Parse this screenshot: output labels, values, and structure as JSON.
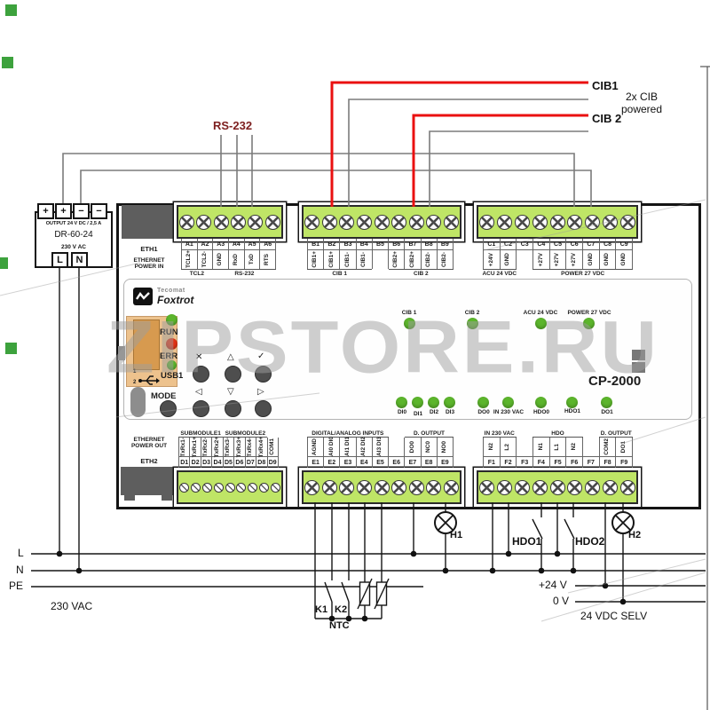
{
  "watermark": "ZIPSTORE.RU",
  "psu": {
    "plus1": "+",
    "plus2": "+",
    "minus1": "−",
    "minus2": "−",
    "output": "OUTPUT  24 V DC / 2,5 A",
    "model": "DR-60-24",
    "input": "230 V AC",
    "l": "L",
    "n": "N"
  },
  "wiring": {
    "rs232": "RS-232",
    "cib1": "CIB1",
    "cib2": "CIB 2",
    "cib_note": "2x CIB\npowered",
    "l": "L",
    "n": "N",
    "pe": "PE",
    "mains": "230 VAC",
    "k1": "K1",
    "k2": "K2",
    "ntc": "NTC",
    "h1": "H1",
    "h2": "H2",
    "hdo1": "HDO1",
    "hdo2": "HDO2",
    "p24": "+24 V",
    "zero_v": "0 V",
    "selv": "24 VDC SELV"
  },
  "unit": {
    "brand": "Tecomat",
    "brand2": "Foxtrot",
    "model": "CP-2000",
    "eth1": "ETH1",
    "eth_in": "ETHERNET\nPOWER IN",
    "eth2": "ETH2",
    "eth_out": "ETHERNET\nPOWER OUT",
    "run": "RUN",
    "err": "ERR",
    "usb": "USB1",
    "mode": "MODE",
    "pin1": "1",
    "pin2": "2",
    "keys_top": [
      "✕",
      "△",
      "✓"
    ],
    "keys_bottom": [
      "◁",
      "▽",
      "▷"
    ],
    "top_leds": [
      "CIB 1",
      "CIB 2",
      "ACU 24 VDC",
      "POWER 27 VDC"
    ],
    "bottom_leds": [
      "DI0",
      "DI1",
      "DI2",
      "DI3",
      "DO0",
      "IN 230 VAC",
      "HDO0",
      "HDO1",
      "DO1"
    ]
  },
  "blocks": {
    "A": {
      "numbers": [
        "A1",
        "A2",
        "A3",
        "A4",
        "A5",
        "A6"
      ],
      "names": [
        "TCL2+",
        "TCL2-",
        "GND",
        "RxD",
        "TxD",
        "RTS"
      ],
      "groups": [
        {
          "label": "TCL2",
          "start": 0,
          "end": 1
        },
        {
          "label": "RS-232",
          "start": 2,
          "end": 5
        }
      ]
    },
    "B": {
      "numbers": [
        "B1",
        "B2",
        "B3",
        "B4",
        "B5",
        "B6",
        "B7",
        "B8",
        "B9"
      ],
      "names": [
        "CIB1+",
        "CIB1+",
        "CIB1-",
        "CIB1-",
        "",
        "CIB2+",
        "CIB2+",
        "CIB2-",
        "CIB2-"
      ],
      "groups": [
        {
          "label": "CIB 1",
          "start": 0,
          "end": 3
        },
        {
          "label": "CIB 2",
          "start": 5,
          "end": 8
        }
      ]
    },
    "C": {
      "numbers": [
        "C1",
        "C2",
        "C3",
        "C4",
        "C5",
        "C6",
        "C7",
        "C8",
        "C9"
      ],
      "names": [
        "+24V",
        "GND",
        "",
        "+27V",
        "+27V",
        "+27V",
        "GND",
        "GND",
        "GND"
      ],
      "groups": [
        {
          "label": "ACU 24 VDC",
          "start": 0,
          "end": 1
        },
        {
          "label": "POWER 27 VDC",
          "start": 3,
          "end": 8
        }
      ]
    },
    "D": {
      "numbers": [
        "D1",
        "D2",
        "D3",
        "D4",
        "D5",
        "D6",
        "D7",
        "D8",
        "D9"
      ],
      "names": [
        "TxRx1-",
        "TxRx1+",
        "TxRx2-",
        "TxRx2+",
        "TxRx3-",
        "TxRx3+",
        "TxRx4-",
        "TxRx4+",
        "COM1"
      ],
      "groups": [
        {
          "label": "SUBMODULE1",
          "start": 0,
          "end": 3
        },
        {
          "label": "SUBMODULE2",
          "start": 4,
          "end": 7
        }
      ]
    },
    "E": {
      "numbers": [
        "E1",
        "E2",
        "E3",
        "E4",
        "E5",
        "E6",
        "E7",
        "E8",
        "E9"
      ],
      "names": [
        "AGND",
        "AI0 DI0",
        "AI1 DI1",
        "AI2 DI2",
        "AI3 DI3",
        "",
        "DO0",
        "NC0",
        "NO0"
      ],
      "groups": [
        {
          "label": "DIGITAL/ANALOG INPUTS",
          "start": 0,
          "end": 4
        },
        {
          "label": "D. OUTPUT",
          "start": 6,
          "end": 8
        }
      ]
    },
    "F": {
      "numbers": [
        "F1",
        "F2",
        "F3",
        "F4",
        "F5",
        "F6",
        "F7",
        "F8",
        "F9"
      ],
      "names": [
        "N2",
        "L2",
        "",
        "N1",
        "L1",
        "N2",
        "",
        "COM2",
        "DO1"
      ],
      "groups": [
        {
          "label": "IN 230 VAC",
          "start": 0,
          "end": 1
        },
        {
          "label": "HDO",
          "start": 3,
          "end": 5
        },
        {
          "label": "D. OUTPUT",
          "start": 7,
          "end": 8
        }
      ]
    }
  }
}
